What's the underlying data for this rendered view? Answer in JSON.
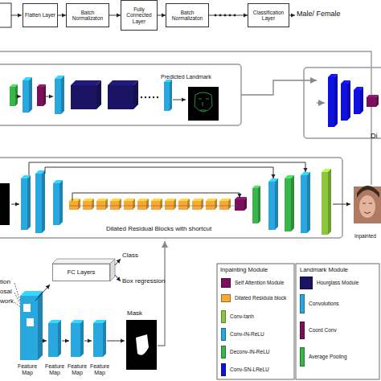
{
  "diagram": {
    "nodes": [
      {
        "text": [
          "Flatten Layer"
        ]
      },
      {
        "text": [
          "Batch Normalizaton"
        ]
      },
      {
        "text": [
          "Fully Connected Layer"
        ]
      },
      {
        "text": [
          "Batch Normalizaton"
        ]
      },
      {
        "text": [
          "Classification Layer"
        ]
      },
      {
        "text": [
          "FC Layers"
        ]
      }
    ],
    "edges": [
      {
        "from": 0,
        "to": 1,
        "arrow": "to"
      },
      {
        "from": 1,
        "to": 2,
        "arrow": "to"
      },
      {
        "from": 2,
        "to": 3,
        "arrow": "to"
      },
      {
        "from": 3,
        "to": 4,
        "arrow": "to"
      }
    ],
    "labels": [
      "Male/ Female",
      "Predicted Landmark",
      "Di",
      "Dilated Residual Blocks with shortcut",
      "Inpainted",
      "tion",
      "osal",
      "work",
      "Class",
      "Box regression",
      "Feature Map",
      "Feature Map",
      "Feature Map",
      "Feature Map",
      "Mask",
      "Inpainting Module",
      "Landmark Module"
    ],
    "legend": [
      {
        "text": "Self Attention Module",
        "color": "#7a0f5a"
      },
      {
        "text": "Dilated Residula block",
        "color": "#f7a934"
      },
      {
        "text": "Conv-tanh",
        "color": "#8cc63f"
      },
      {
        "text": "Conv-IN-ReLU",
        "color": "#29a8e0"
      },
      {
        "text": "Deconv-IN-ReLU",
        "color": "#39b54a"
      },
      {
        "text": "Conv-SN-LReLU",
        "color": "#1010e0"
      },
      {
        "text": "Hourglass Module",
        "color": "#1b1464"
      },
      {
        "text": "Convolutions",
        "color": "#29a8e0"
      },
      {
        "text": "Coord Conv",
        "color": "#7a0f5a"
      },
      {
        "text": "Average Pooling",
        "color": "#39b54a"
      }
    ]
  }
}
